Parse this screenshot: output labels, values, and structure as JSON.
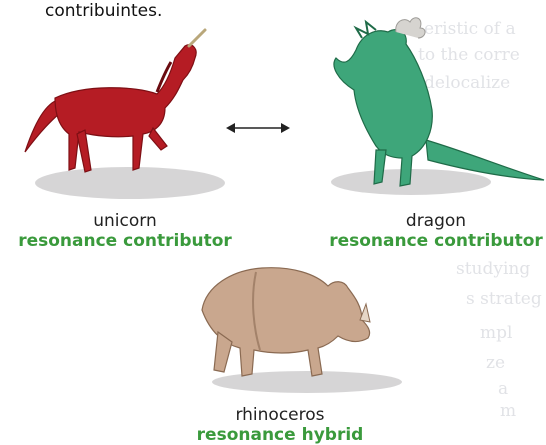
{
  "top_text": "contribuintes.",
  "bleed_lines": [
    "eristic of a",
    "to the corre",
    "delocalize",
    "studying",
    "s strateg",
    "mpl",
    "ze",
    "a",
    "m"
  ],
  "arrow_symbol": "↔",
  "figures": [
    {
      "name": "unicorn",
      "role": "resonance contributor",
      "color": "#b51c24"
    },
    {
      "name": "dragon",
      "role": "resonance contributor",
      "color": "#3ea67a"
    },
    {
      "name": "rhinoceros",
      "role": "resonance hybrid",
      "color": "#c9a78e"
    }
  ]
}
